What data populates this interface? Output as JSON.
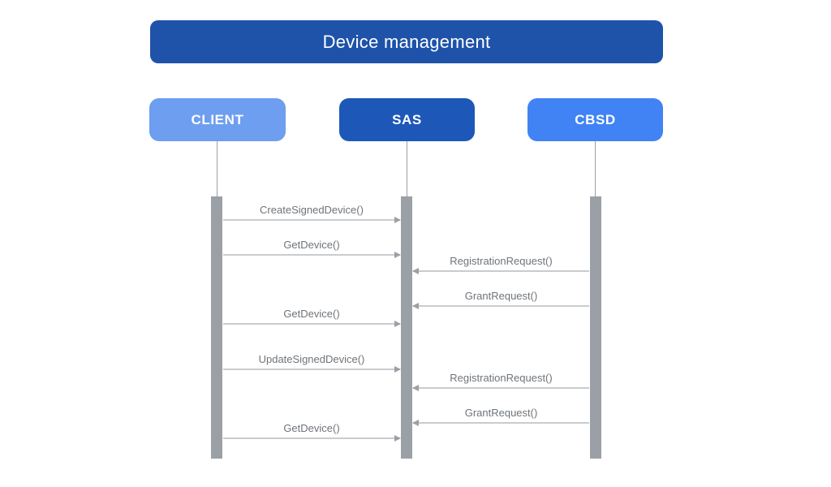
{
  "diagram": {
    "title": "Device management",
    "actors": [
      {
        "id": "client",
        "label": "CLIENT"
      },
      {
        "id": "sas",
        "label": "SAS"
      },
      {
        "id": "cbsd",
        "label": "CBSD"
      }
    ],
    "messages": [
      {
        "label": "CreateSignedDevice()",
        "from": "CLIENT",
        "to": "SAS"
      },
      {
        "label": "GetDevice()",
        "from": "CLIENT",
        "to": "SAS"
      },
      {
        "label": "RegistrationRequest()",
        "from": "CBSD",
        "to": "SAS"
      },
      {
        "label": "GrantRequest()",
        "from": "CBSD",
        "to": "SAS"
      },
      {
        "label": "GetDevice()",
        "from": "CLIENT",
        "to": "SAS"
      },
      {
        "label": "UpdateSignedDevice()",
        "from": "CLIENT",
        "to": "SAS"
      },
      {
        "label": "RegistrationRequest()",
        "from": "CBSD",
        "to": "SAS"
      },
      {
        "label": "GrantRequest()",
        "from": "CBSD",
        "to": "SAS"
      },
      {
        "label": "GetDevice()",
        "from": "CLIENT",
        "to": "SAS"
      }
    ],
    "colors": {
      "title_bg": "#1E53A9",
      "client_bg": "#6D9EF0",
      "sas_bg": "#1D58B8",
      "cbsd_bg": "#4183F4",
      "activation": "#9AA0A6",
      "arrow_line": "#C9CBCE",
      "arrow_head": "#9AA0A6",
      "message_text": "#6F7479"
    }
  }
}
